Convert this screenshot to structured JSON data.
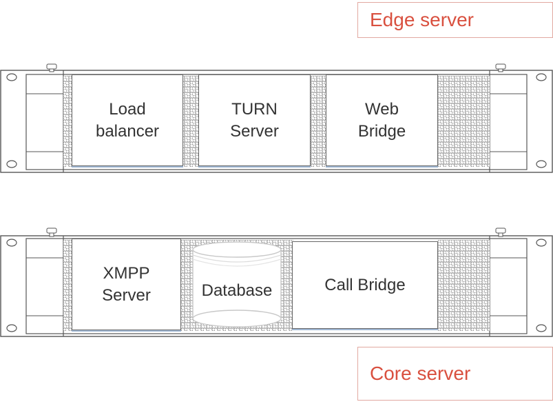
{
  "labels": {
    "edge": "Edge server",
    "core": "Core server"
  },
  "edge_server": {
    "modules": [
      "Load\nbalancer",
      "TURN\nServer",
      "Web\nBridge"
    ]
  },
  "core_server": {
    "modules": [
      "XMPP\nServer",
      "Database",
      "Call Bridge"
    ]
  },
  "colors": {
    "label_text": "#d9503f",
    "label_border": "#e2a8a0",
    "line": "#555555",
    "accent_edge": "#9fb7d3"
  }
}
